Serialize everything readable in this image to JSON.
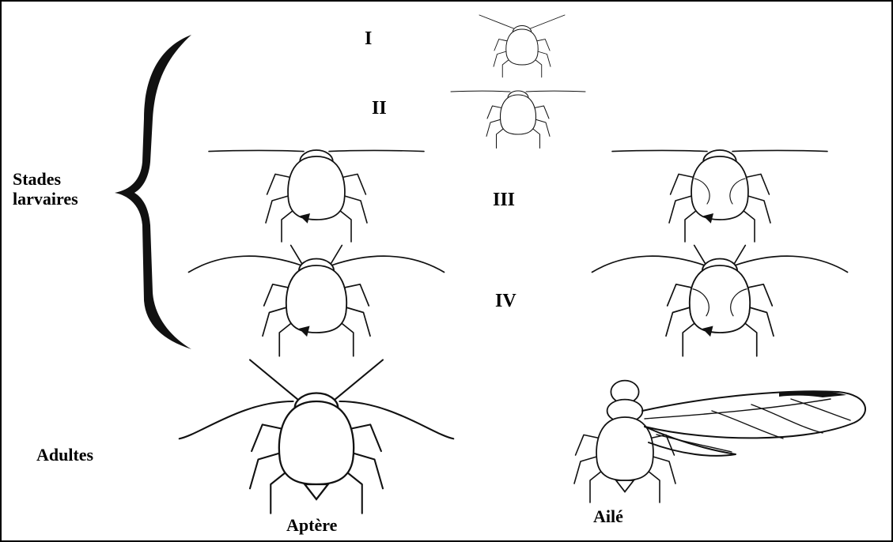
{
  "labels": {
    "stage_1": "I",
    "stage_2": "II",
    "stage_3": "III",
    "stage_4": "IV",
    "larval_stages": "Stades\nlarvaires",
    "adults": "Adultes",
    "apterous": "Aptère",
    "winged": "Ailé"
  },
  "colors": {
    "ink": "#111111",
    "background": "#ffffff"
  },
  "figures": [
    {
      "name": "larva-stage-1",
      "stage": "I"
    },
    {
      "name": "larva-stage-2",
      "stage": "II"
    },
    {
      "name": "larva-stage-3-apterous",
      "stage": "III",
      "form": "Aptère"
    },
    {
      "name": "larva-stage-3-winged",
      "stage": "III",
      "form": "Ailé"
    },
    {
      "name": "larva-stage-4-apterous",
      "stage": "IV",
      "form": "Aptère"
    },
    {
      "name": "larva-stage-4-winged",
      "stage": "IV",
      "form": "Ailé"
    },
    {
      "name": "adult-apterous",
      "form": "Aptère"
    },
    {
      "name": "adult-winged",
      "form": "Ailé"
    }
  ]
}
